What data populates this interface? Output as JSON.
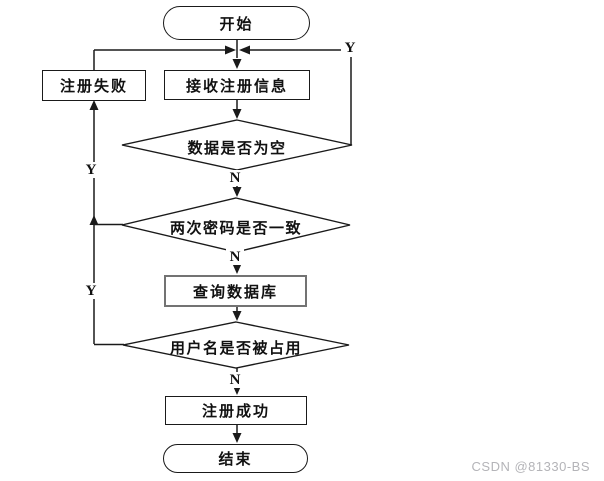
{
  "flowchart": {
    "nodes": {
      "start": {
        "label": "开始"
      },
      "reg_fail": {
        "label": "注册失败"
      },
      "receive_info": {
        "label": "接收注册信息"
      },
      "check_data_empty": {
        "label": "数据是否为空"
      },
      "check_pwd_match": {
        "label": "两次密码是否一致"
      },
      "query_db": {
        "label": "查询数据库"
      },
      "check_username_taken": {
        "label": "用户名是否被占用"
      },
      "reg_success": {
        "label": "注册成功"
      },
      "end": {
        "label": "结束"
      }
    },
    "edge_labels": {
      "yes_top_right": "Y",
      "yes_left_upper": "Y",
      "yes_left_lower": "Y",
      "no_data_empty": "N",
      "no_pwd_match": "N",
      "no_username_taken": "N"
    },
    "colors": {
      "line": "#1a1a1a",
      "node_border": "#1a1a1a",
      "query_db_border": "#737373",
      "watermark_text": "#b4b4b8"
    }
  },
  "watermark": {
    "text": "CSDN @81330-BS"
  }
}
